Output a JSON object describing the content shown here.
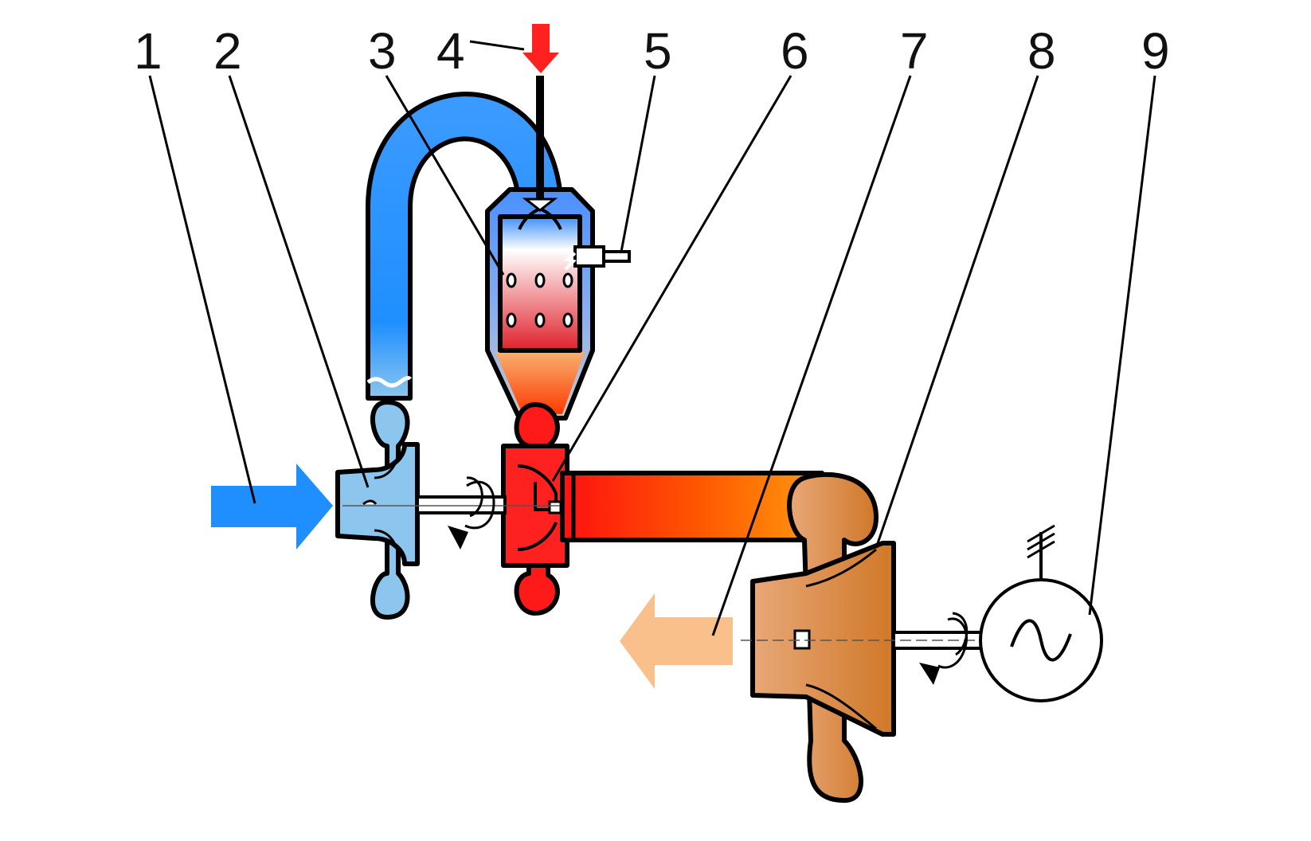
{
  "callouts": {
    "c1": "1",
    "c2": "2",
    "c3": "3",
    "c4": "4",
    "c5": "5",
    "c6": "6",
    "c7": "7",
    "c8": "8",
    "c9": "9"
  },
  "colors": {
    "cold_air": "#1f8fff",
    "compressor": "#8cc6ee",
    "hot_gas": "#ff1a1a",
    "warm_gas": "#ff8a00",
    "power_turbine": "#e08a45",
    "exhaust": "#f9c08c",
    "fuel": "#ff2020"
  },
  "icons": {
    "intake_arrow": "arrow-right-icon",
    "exhaust_arrow": "arrow-left-icon",
    "fuel_arrow": "arrow-down-icon",
    "generator": "ac-generator-icon",
    "rotation": "rotation-arrow-icon"
  }
}
